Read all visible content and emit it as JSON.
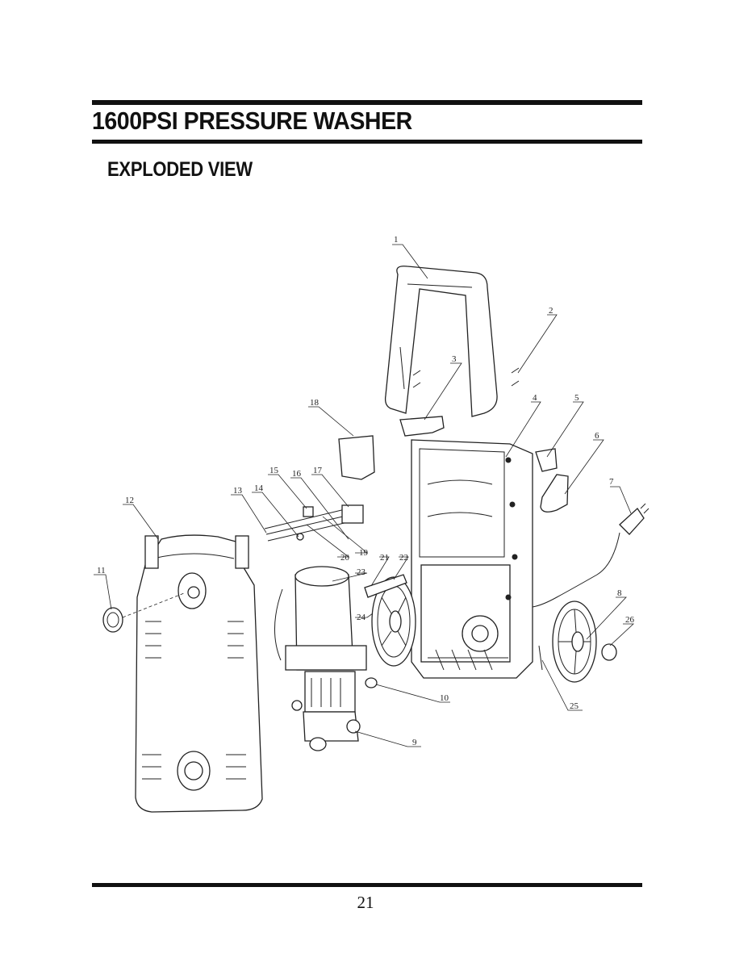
{
  "header": {
    "title": "1600PSI PRESSURE WASHER"
  },
  "section": {
    "title": "EXPLODED VIEW"
  },
  "diagram": {
    "callouts": [
      "1",
      "2",
      "3",
      "4",
      "5",
      "6",
      "7",
      "8",
      "9",
      "10",
      "11",
      "12",
      "13",
      "14",
      "15",
      "16",
      "17",
      "18",
      "19",
      "20",
      "21",
      "22",
      "23",
      "24",
      "25",
      "26"
    ]
  },
  "footer": {
    "page_number": "21"
  }
}
